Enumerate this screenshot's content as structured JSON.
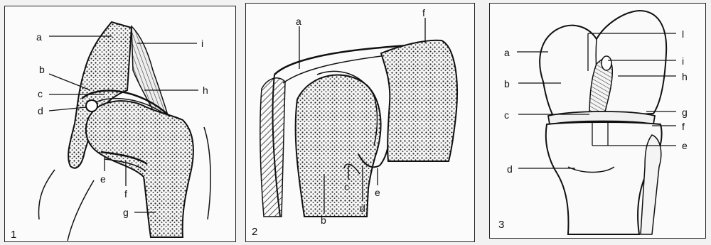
{
  "panels": [
    {
      "number": "1",
      "labels": [
        "a",
        "i",
        "b",
        "h",
        "c",
        "d",
        "e",
        "f",
        "g"
      ]
    },
    {
      "number": "2",
      "labels": [
        "a",
        "f",
        "b",
        "c",
        "d",
        "e"
      ]
    },
    {
      "number": "3",
      "labels": [
        "a",
        "l",
        "i",
        "b",
        "h",
        "c",
        "g",
        "f",
        "e",
        "d"
      ]
    }
  ]
}
